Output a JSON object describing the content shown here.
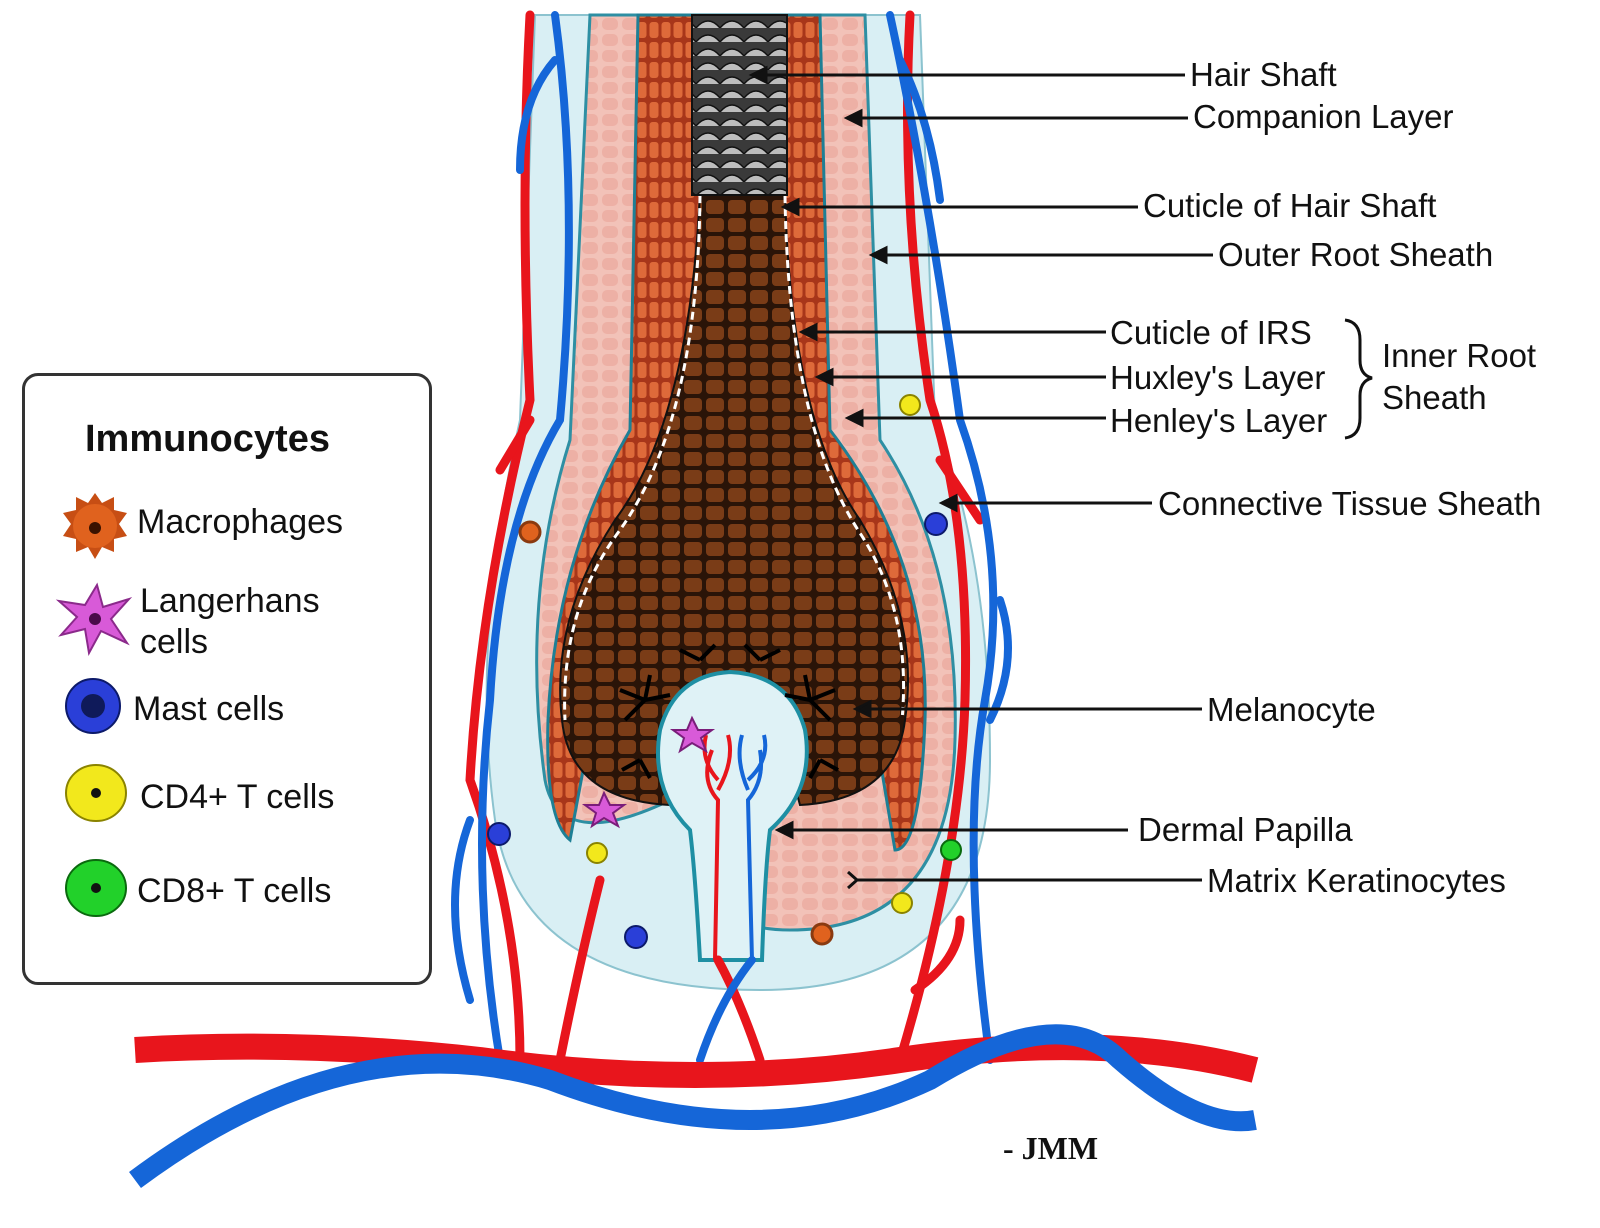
{
  "labels": {
    "hair_shaft": "Hair Shaft",
    "companion_layer": "Companion Layer",
    "cuticle_hair_shaft": "Cuticle of Hair Shaft",
    "outer_root_sheath": "Outer Root Sheath",
    "cuticle_irs": "Cuticle of IRS",
    "huxleys_layer": "Huxley's Layer",
    "henleys_layer": "Henley's Layer",
    "inner_root_sheath_line1": "Inner Root",
    "inner_root_sheath_line2": "Sheath",
    "connective_tissue_sheath": "Connective Tissue Sheath",
    "melanocyte": "Melanocyte",
    "dermal_papilla": "Dermal Papilla",
    "matrix_keratinocytes": "Matrix Keratinocytes"
  },
  "legend": {
    "title": "Immunocytes",
    "items": [
      {
        "label": "Macrophages",
        "color": "#e0621e",
        "icon": "macrophage-icon"
      },
      {
        "label_line1": "Langerhans",
        "label_line2": "cells",
        "color": "#d85ad8",
        "icon": "langerhans-cell-icon"
      },
      {
        "label": "Mast cells",
        "color": "#2a3fd8",
        "icon": "mast-cell-icon"
      },
      {
        "label": "CD4+ T cells",
        "color": "#f2e81c",
        "icon": "cd4-t-cell-icon"
      },
      {
        "label": "CD8+ T cells",
        "color": "#22d12a",
        "icon": "cd8-t-cell-icon"
      }
    ]
  },
  "credit": "- JMM",
  "colors": {
    "artery": "#e8151c",
    "vein": "#1566d8",
    "ctsheath": "#d6eef3",
    "ors": "#f0b7ad",
    "irs": "#cf4e24",
    "matrix": "#6b3416",
    "shaft": "#2a2a2a"
  }
}
